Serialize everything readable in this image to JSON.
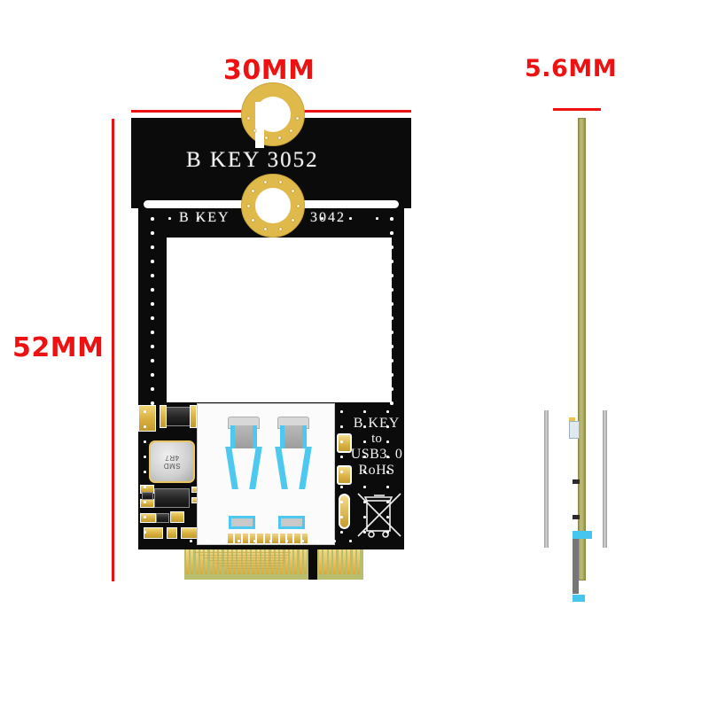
{
  "dimensions": {
    "width_label": "30MM",
    "height_label": "52MM",
    "thickness_label": "5.6MM"
  },
  "board": {
    "silkscreen": {
      "header": "B  KEY  3052",
      "slot_left": "B KEY",
      "slot_right": "3042"
    },
    "marking": {
      "line1": "B KEY",
      "line2": "to",
      "line3": "USB3. 0",
      "line4": "RoHS",
      "weee_icon": "crossed-out-wheeled-bin-icon"
    },
    "components": {
      "inductor_line1": "SMD",
      "inductor_line2": "4R7"
    },
    "connectors": {
      "usb_port_1": "usb3-type-a-port",
      "usb_port_2": "usb3-type-a-port",
      "edge_connector": "m2-b-key-gold-fingers"
    }
  },
  "colors": {
    "annotation_red": "#ee1111",
    "pcb_black": "#0b0b0b",
    "gold": "#d9b145",
    "usb_blue": "#4dc8ef",
    "pcb_edge_olive": "#b0b067",
    "silkscreen_white": "#f2f2f2"
  },
  "views": {
    "front": "pcb-front-view",
    "side": "pcb-side-edge-view"
  }
}
